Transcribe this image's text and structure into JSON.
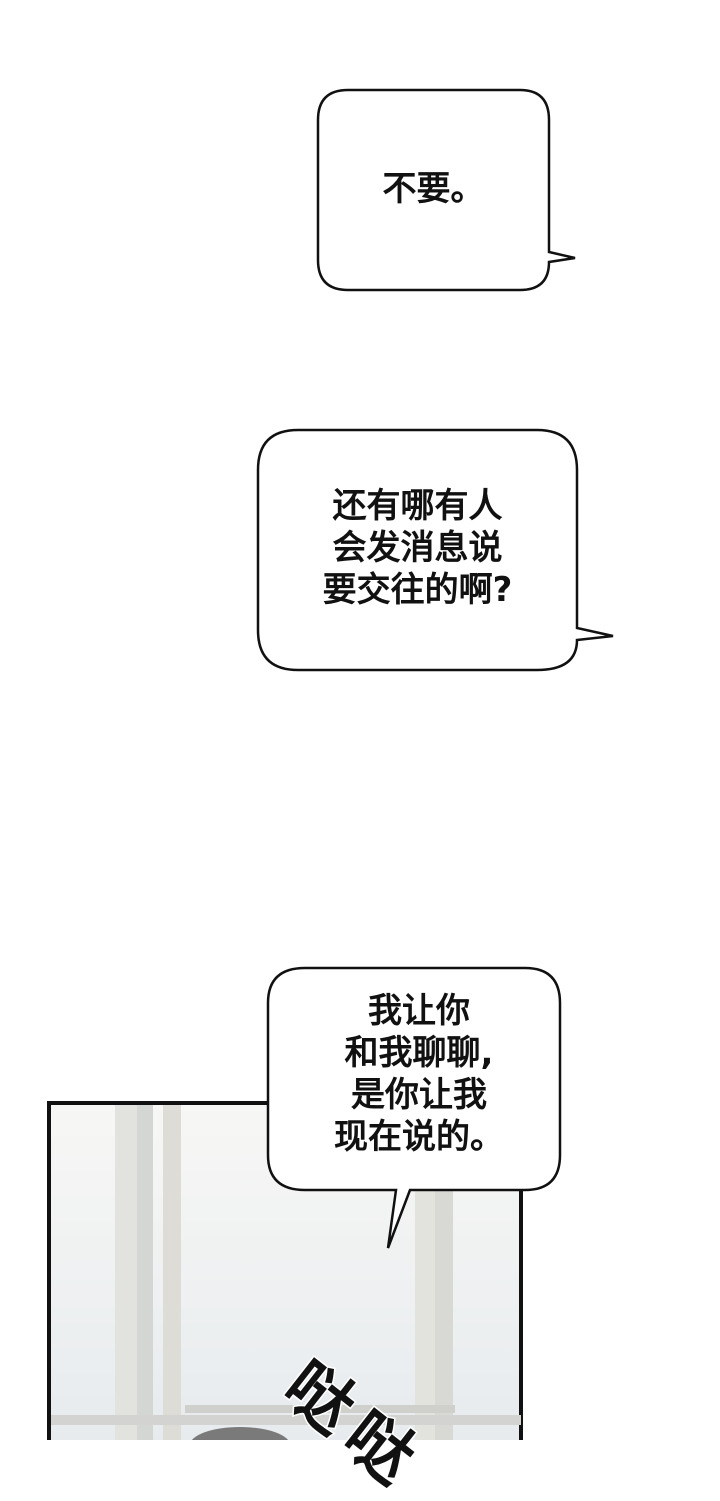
{
  "bubbles": [
    {
      "text": "不要。"
    },
    {
      "lines": [
        "还有哪有人",
        "会发消息说",
        "要交往的啊?"
      ]
    },
    {
      "lines": [
        "我让你",
        "和我聊聊,",
        "是你让我",
        "现在说的。"
      ]
    }
  ],
  "sfx": [
    "哒",
    "哒"
  ],
  "colors": {
    "ink": "#111111",
    "panel_bg": "#eef0f1",
    "window_frame": "#d9d9d4"
  }
}
